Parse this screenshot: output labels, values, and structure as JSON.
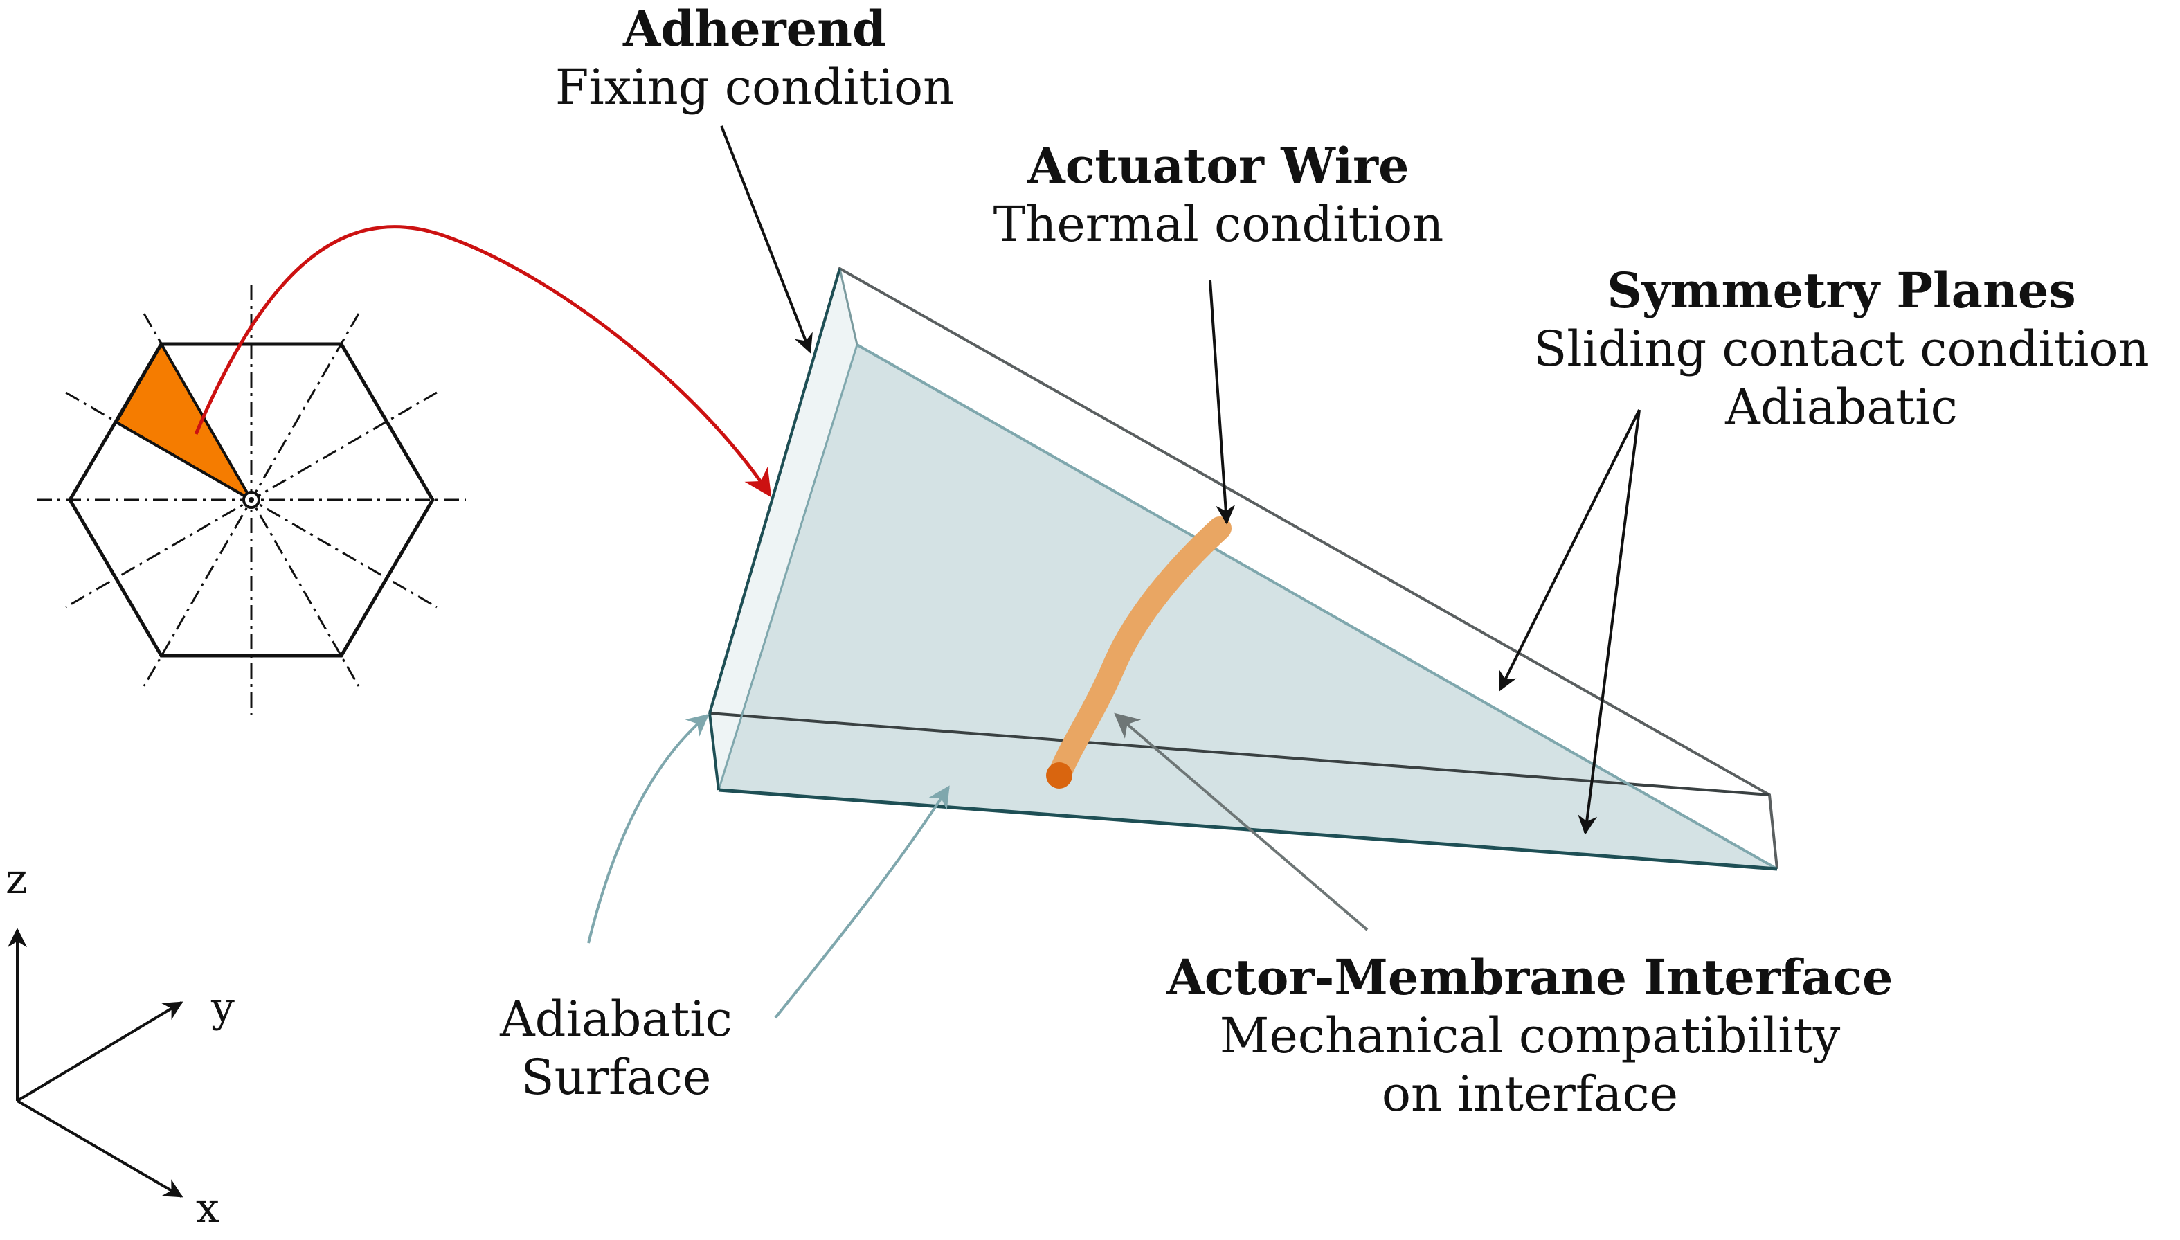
{
  "labels": {
    "adherend_title": "Adherend",
    "adherend_condition": "Fixing condition",
    "actuator_title": "Actuator Wire",
    "actuator_condition": "Thermal condition",
    "symmetry_title": "Symmetry Planes",
    "symmetry_condition_1": "Sliding contact condition",
    "symmetry_condition_2": "Adiabatic",
    "interface_title": "Actor-Membrane Interface",
    "interface_condition_1": "Mechanical compatibility",
    "interface_condition_2": "on interface",
    "adiabatic_line_1": "Adiabatic",
    "adiabatic_line_2": "Surface"
  },
  "axes": {
    "z": "z",
    "y": "y",
    "x": "x"
  },
  "colors": {
    "highlight_sector": "#f57c00",
    "mapping_arrow": "#cc1111",
    "membrane_fill": "#d4e2e4",
    "membrane_edge": "#1e4f55",
    "wire": "#e9a663",
    "wire_end": "#d9650f",
    "adiabatic_arrow": "#7fa7ad",
    "interface_arrow": "#6e7676"
  }
}
